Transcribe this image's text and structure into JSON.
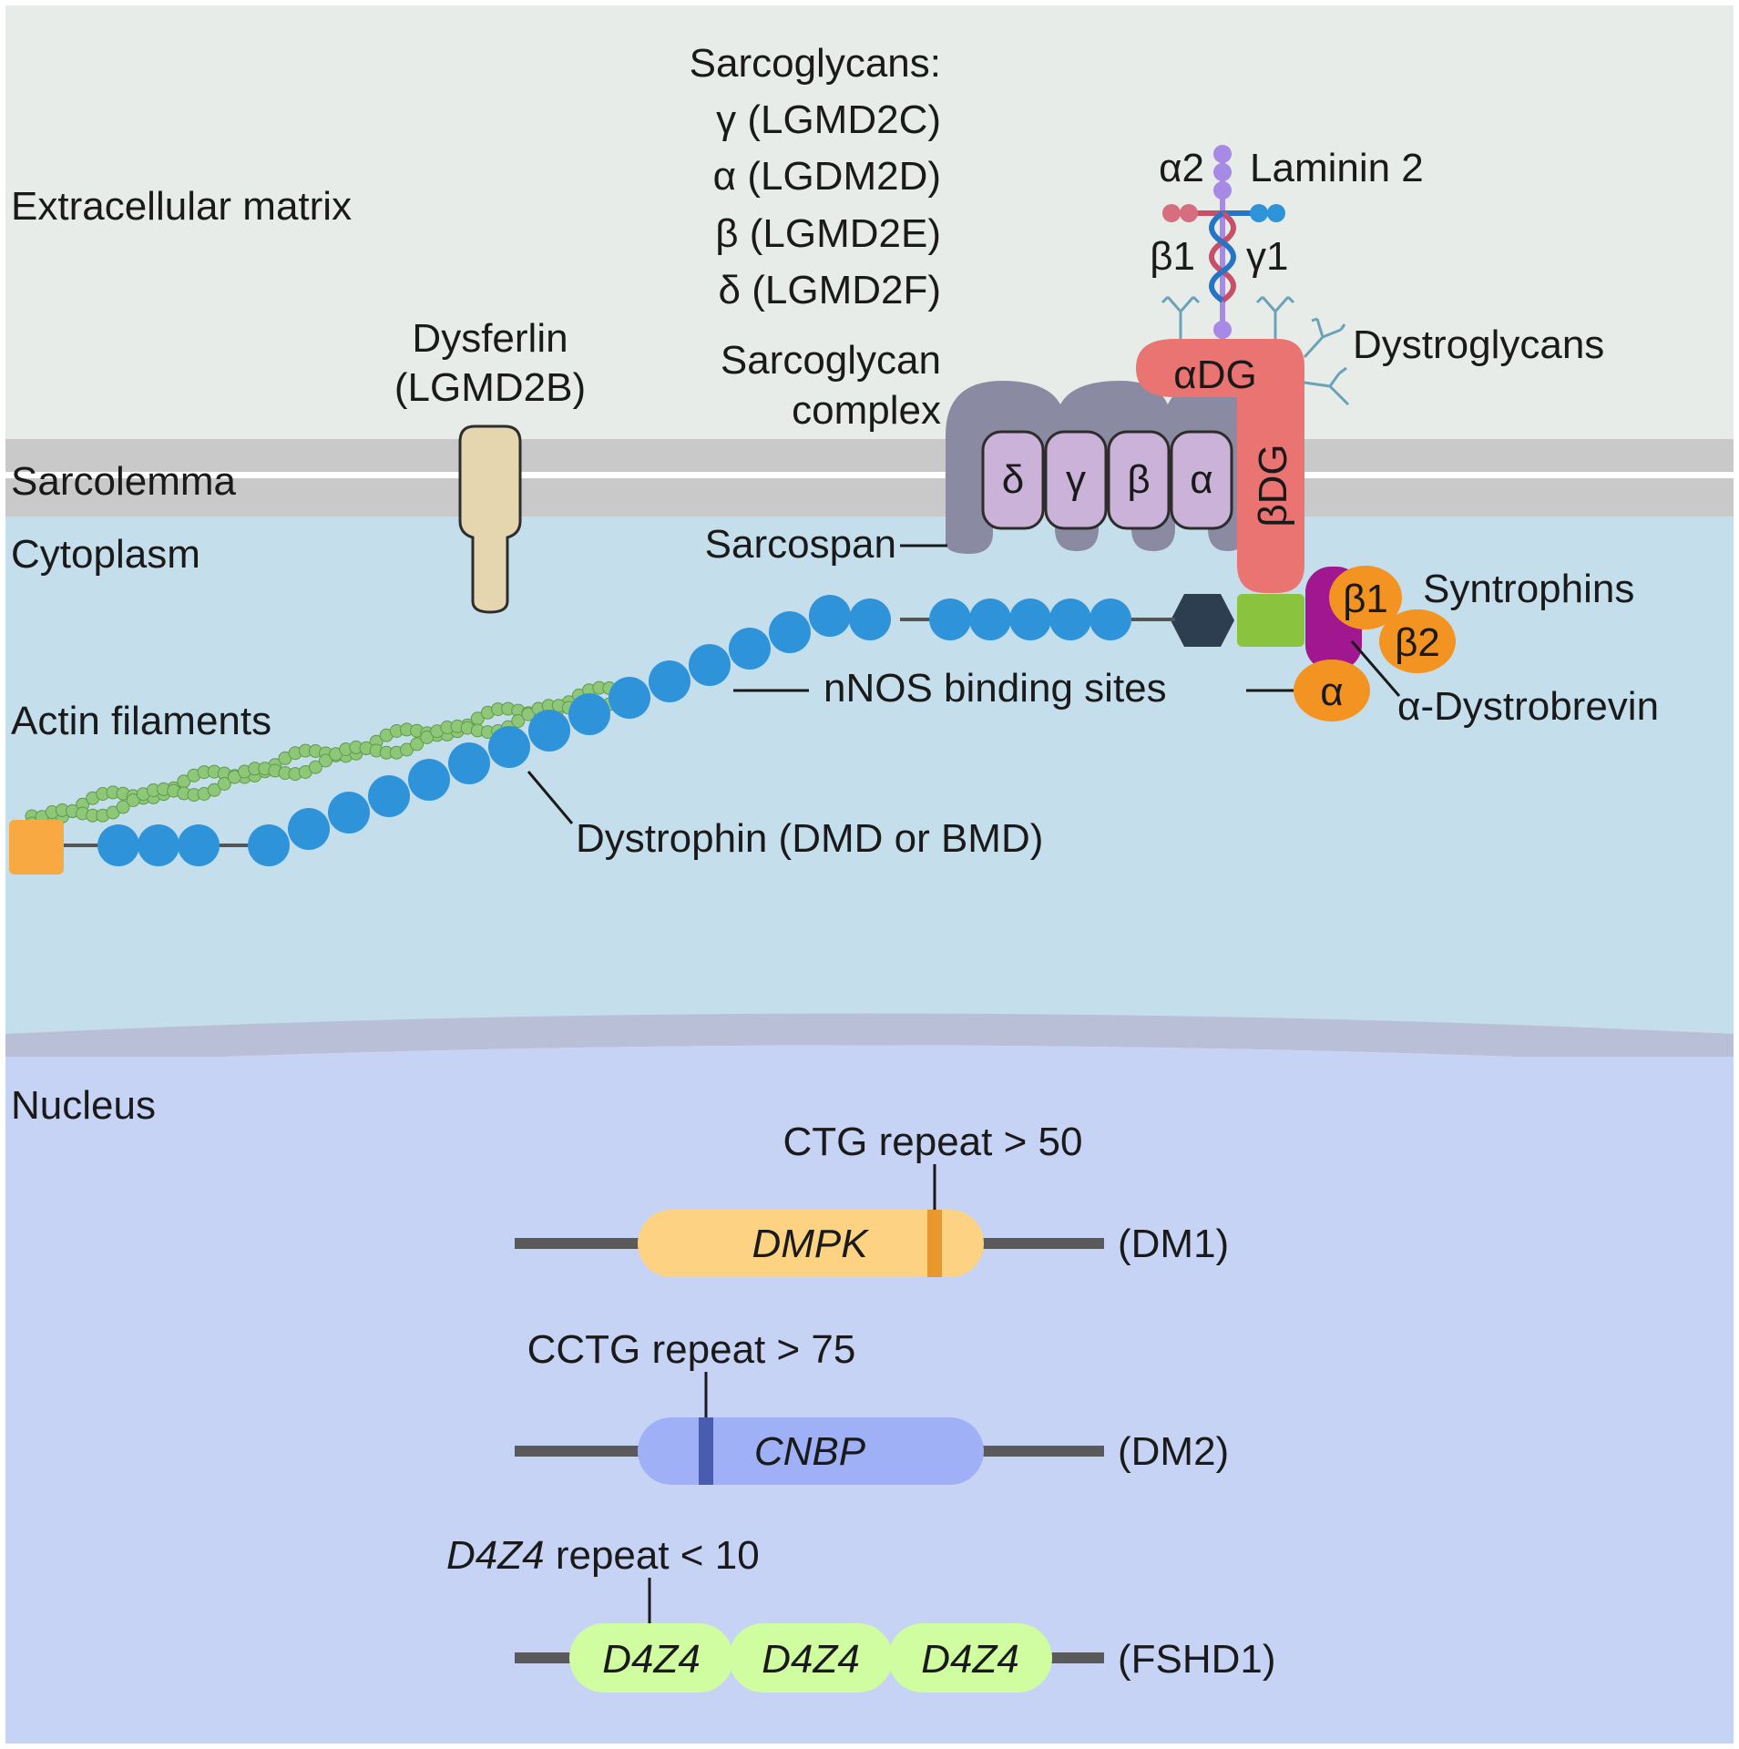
{
  "regions": {
    "extracellular": "Extracellular matrix",
    "sarcolemma": "Sarcolemma",
    "cytoplasm": "Cytoplasm",
    "actin": "Actin filaments",
    "nucleus": "Nucleus"
  },
  "dysferlin": {
    "line1": "Dysferlin",
    "line2": "(LGMD2B)"
  },
  "sarcoglycans": {
    "title": "Sarcoglycans:",
    "items": [
      "γ (LGMD2C)",
      "α (LGDM2D)",
      "β (LGMD2E)",
      "δ (LGMD2F)"
    ],
    "complex_line1": "Sarcoglycan",
    "complex_line2": "complex",
    "units": [
      "δ",
      "γ",
      "β",
      "α"
    ]
  },
  "sarcospan": "Sarcospan",
  "laminin": {
    "alpha": "α2",
    "name": "Laminin 2",
    "beta": "β1",
    "gamma": "γ1"
  },
  "dystroglycans": {
    "label": "Dystroglycans",
    "alpha": "αDG",
    "beta": "βDG"
  },
  "syntrophins": {
    "label": "Syntrophins",
    "b1": "β1",
    "b2": "β2",
    "a": "α"
  },
  "dystrobrevin": "α-Dystrobrevin",
  "nnos": "nNOS binding sites",
  "dystrophin": "Dystrophin (DMD or BMD)",
  "genes": [
    {
      "repeat": "CTG repeat > 50",
      "name": "DMPK",
      "disease": "(DM1)"
    },
    {
      "repeat": "CCTG repeat > 75",
      "name": "CNBP",
      "disease": "(DM2)"
    },
    {
      "repeat_italic": "D4Z4",
      "repeat_rest": " repeat < 10",
      "units": [
        "D4Z4",
        "D4Z4",
        "D4Z4"
      ],
      "disease": "(FSHD1)"
    }
  ],
  "colors": {
    "extracellular_bg": "#e8ece8",
    "membrane": "#c9c9c9",
    "cytoplasm_bg": "#c5deec",
    "nucleus_bg": "#c6d3f4",
    "dystrophin_bead": "#2f93da",
    "actin_bead": "#8fc779",
    "dystroglycan": "#ea7472",
    "sarcoglycan": "#cbb2d8",
    "sarcospan": "#8a8ba3",
    "dysferlin": "#e6d6b0",
    "syntrophin": "#f39321",
    "dystrobrevin": "#a0178f",
    "dmpk": "#fdd383",
    "cnbp": "#9fb0f6",
    "d4z4": "#cffd9f"
  }
}
